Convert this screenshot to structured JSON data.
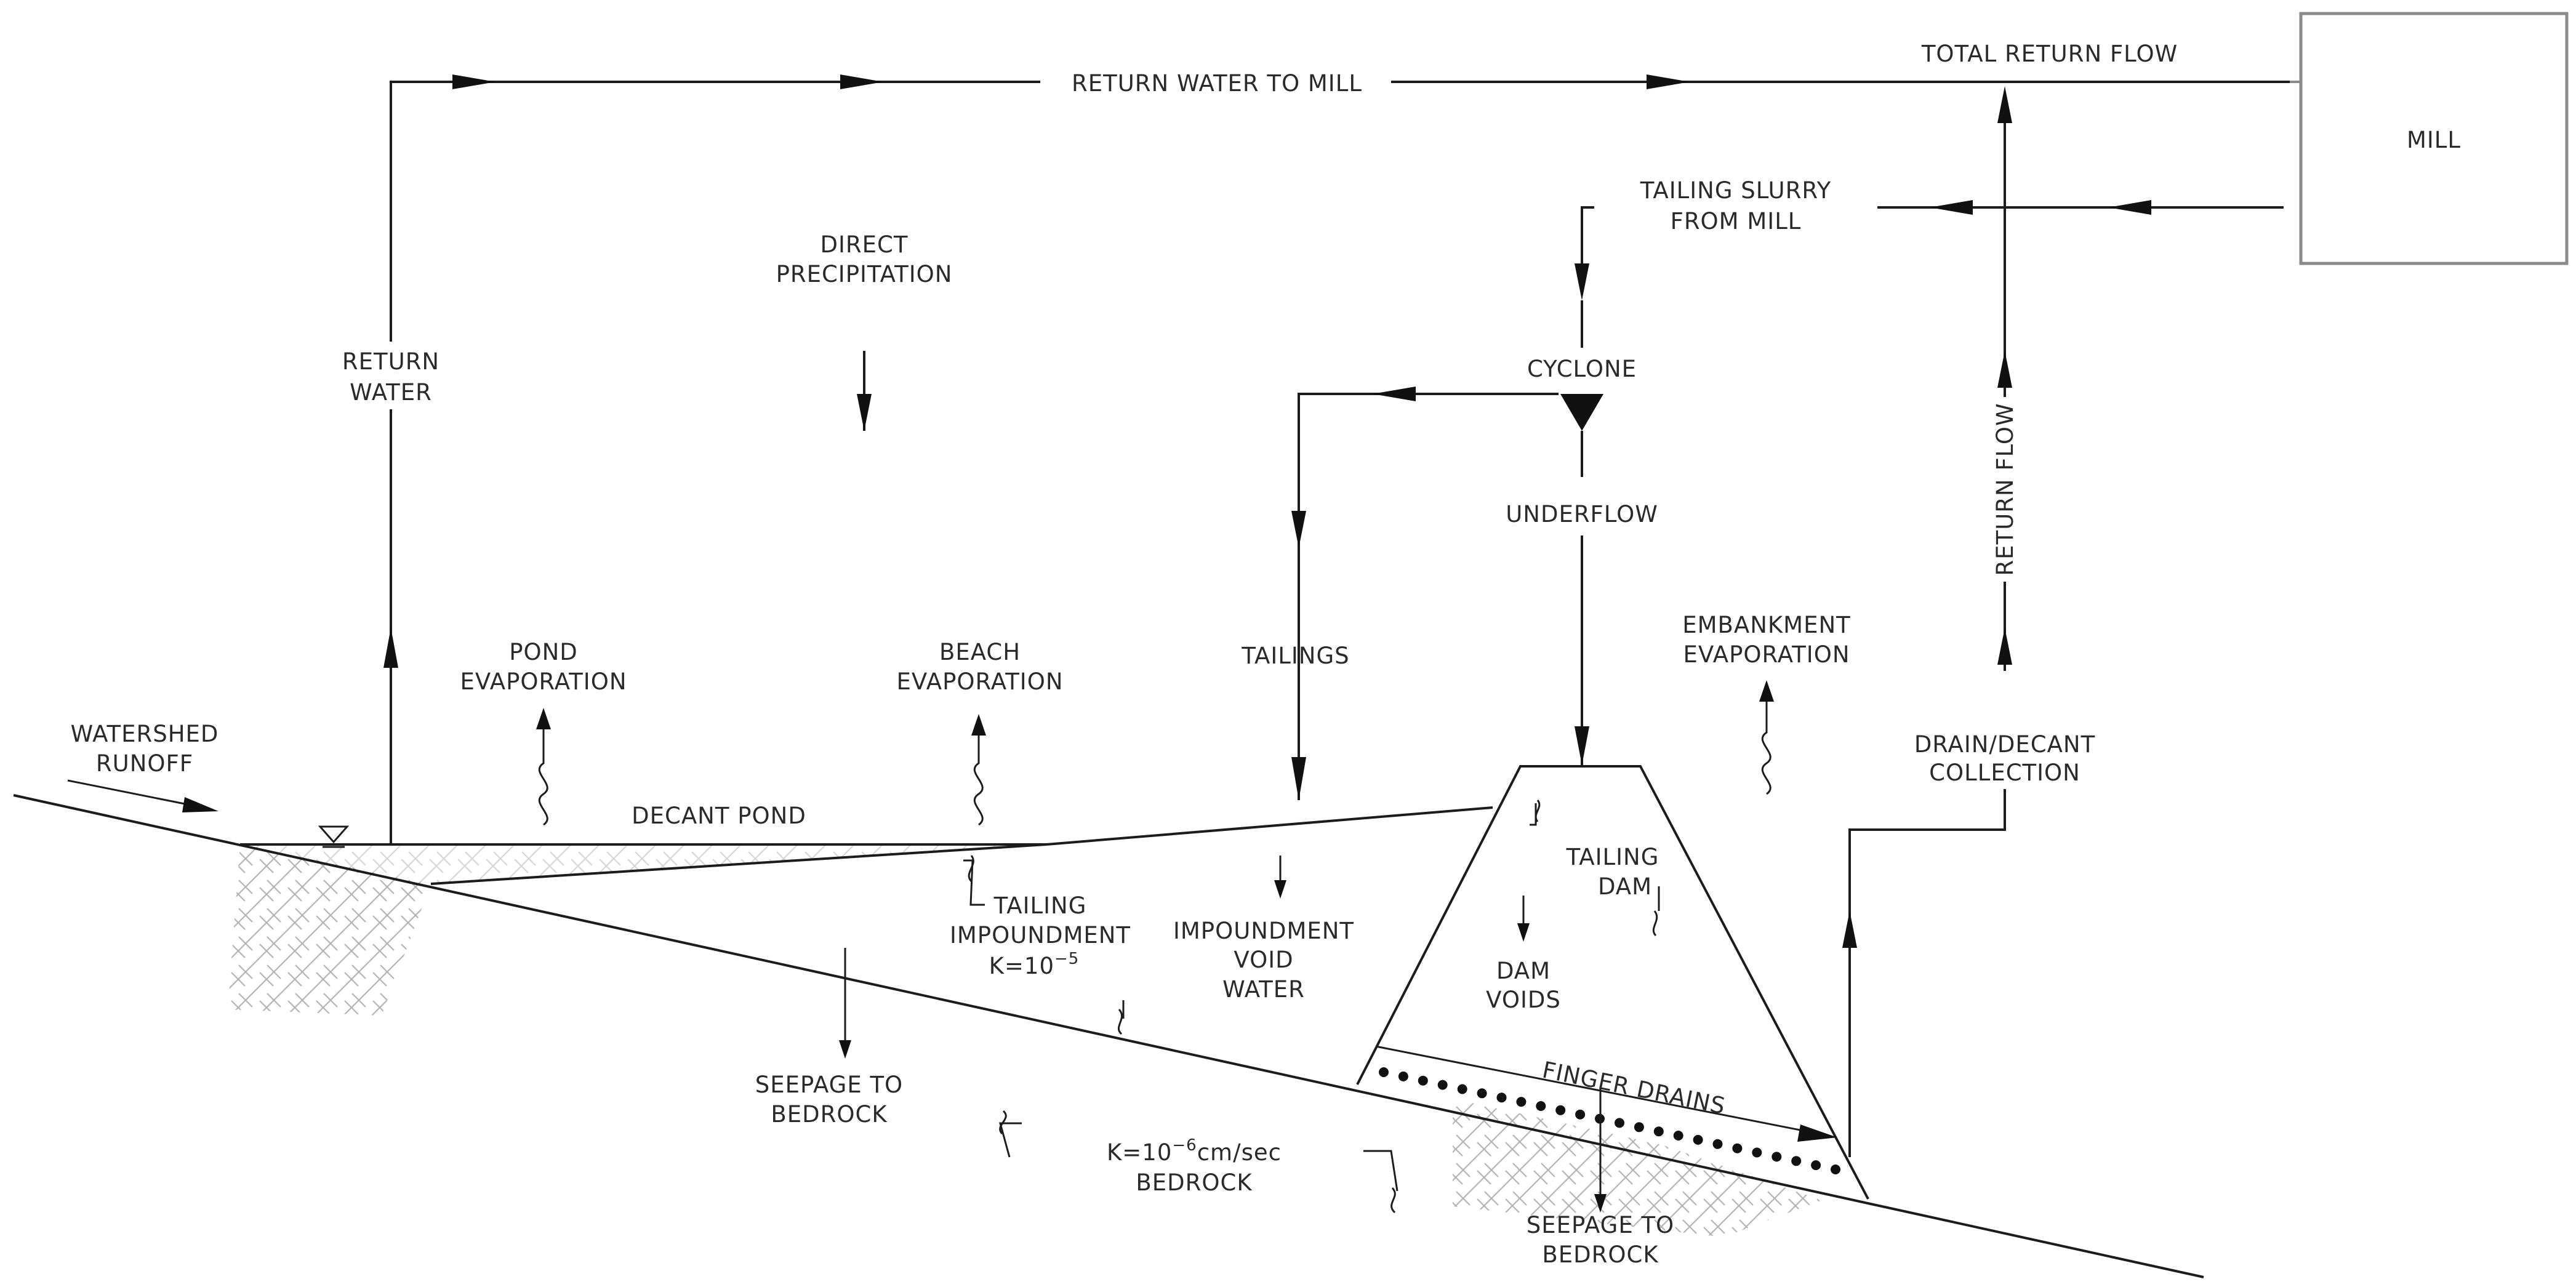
{
  "labels": {
    "return_water_to_mill": "RETURN WATER TO MILL",
    "total_return_flow": "TOTAL RETURN FLOW",
    "mill": "MILL",
    "tailing_slurry": [
      "TAILING SLURRY",
      "FROM MILL"
    ],
    "direct_precipitation": [
      "DIRECT",
      "PRECIPITATION"
    ],
    "return_water": [
      "RETURN",
      "WATER"
    ],
    "cyclone": "CYCLONE",
    "underflow": "UNDERFLOW",
    "tailings": "TAILINGS",
    "return_flow": "RETURN FLOW",
    "pond_evaporation": [
      "POND",
      "EVAPORATION"
    ],
    "beach_evaporation": [
      "BEACH",
      "EVAPORATION"
    ],
    "embankment_evaporation": [
      "EMBANKMENT",
      "EVAPORATION"
    ],
    "watershed_runoff": [
      "WATERSHED",
      "RUNOFF"
    ],
    "decant_pond": "DECANT POND",
    "drain_decant_collection": [
      "DRAIN/DECANT",
      "COLLECTION"
    ],
    "tailing_impoundment": [
      "TAILING",
      "IMPOUNDMENT"
    ],
    "impoundment_k": {
      "base": "K=10",
      "exp": "−5"
    },
    "impoundment_void_water": [
      "IMPOUNDMENT",
      "VOID",
      "WATER"
    ],
    "tailing_dam": [
      "TAILING",
      "DAM"
    ],
    "dam_voids": [
      "DAM",
      "VOIDS"
    ],
    "finger_drains": "FINGER DRAINS",
    "seepage_left": [
      "SEEPAGE TO",
      "BEDROCK"
    ],
    "seepage_right": [
      "SEEPAGE TO",
      "BEDROCK"
    ],
    "bedrock_k": {
      "base": "K=10",
      "exp": "−6",
      "unit": "cm/sec"
    },
    "bedrock": "BEDROCK"
  }
}
